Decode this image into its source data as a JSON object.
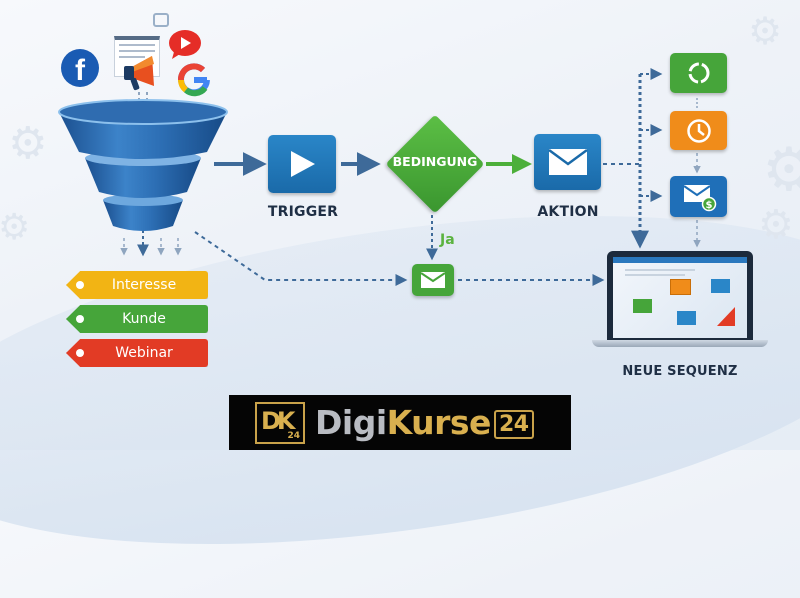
{
  "colors": {
    "blue": "#1f6fb8",
    "dark_blue": "#1c4f8a",
    "green": "#46a53a",
    "orange": "#f08c1a",
    "yellow": "#f2b414",
    "red": "#e23b25",
    "connector": "#3e6a99",
    "text_dark": "#1f2f45",
    "gold": "#d9b04f"
  },
  "sources": {
    "icons": [
      "facebook-icon",
      "newsletter-icon",
      "megaphone-icon",
      "youtube-icon",
      "google-icon",
      "chat-icon"
    ]
  },
  "funnel": {
    "name": "sales-funnel",
    "layers": 3
  },
  "tags": [
    {
      "label": "Interesse",
      "color": "#f2b414"
    },
    {
      "label": "Kunde",
      "color": "#46a53a"
    },
    {
      "label": "Webinar",
      "color": "#e23b25"
    }
  ],
  "flow": {
    "trigger": {
      "label": "TRIGGER",
      "icon": "play-icon"
    },
    "condition": {
      "label": "BEDINGUNG",
      "icon": "diamond"
    },
    "action": {
      "label": "AKTION",
      "icon": "mail-icon"
    },
    "yes_branch": {
      "label": "Ja",
      "icon": "mail-icon"
    }
  },
  "right_steps": [
    {
      "icon": "refresh-icon",
      "color": "#46a53a"
    },
    {
      "icon": "clock-icon",
      "color": "#f08c1a"
    },
    {
      "icon": "mail-dollar-icon",
      "color": "#1f6fb8"
    }
  ],
  "sequence": {
    "label": "NEUE SEQUENZ"
  },
  "logo": {
    "mark_letters": "DK",
    "mark_number": "24",
    "word_a": "Digi",
    "word_b": "Kurse",
    "word_num": "24"
  }
}
